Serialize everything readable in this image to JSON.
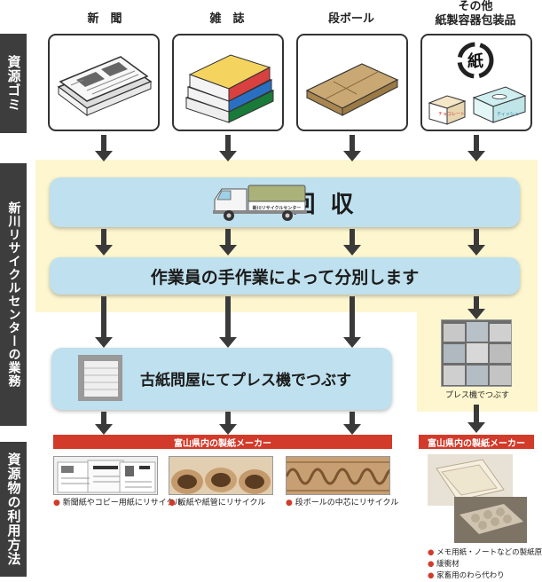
{
  "side_labels": [
    "資源ゴミ",
    "新川リサイクルセンターの業務",
    "資源物の利用方法"
  ],
  "columns": [
    "新　聞",
    "雑　誌",
    "段ボール",
    "その他\n紙製容器包装品"
  ],
  "recycle_symbol_text": "紙",
  "small_box_labels": [
    "チョコレート",
    "ティッシュ"
  ],
  "truck_label": "新川リサイクルセンター",
  "steps": {
    "collect": "回 収",
    "sort": "作業員の手作業によって分別します",
    "press": "古紙問屋にてプレス機でつぶす",
    "press_side": "プレス機でつぶす"
  },
  "makers": {
    "main": "富山県内の製紙メーカー",
    "side": "富山県内の製紙メーカー"
  },
  "uses": [
    "新聞紙やコピー用紙にリサイクル",
    "板紙や紙管にリサイクル",
    "段ボールの中芯にリサイクル"
  ],
  "side_uses": [
    "メモ用紙・ノートなどの製紙原料",
    "緩衝材",
    "家畜用のわら代わり"
  ],
  "colors": {
    "label_bg": "#3d3d3d",
    "bar_blue": "#bfe0ee",
    "yellow": "#fdf6cf",
    "arrow": "#3a3a3a",
    "red": "#d23a2a"
  }
}
